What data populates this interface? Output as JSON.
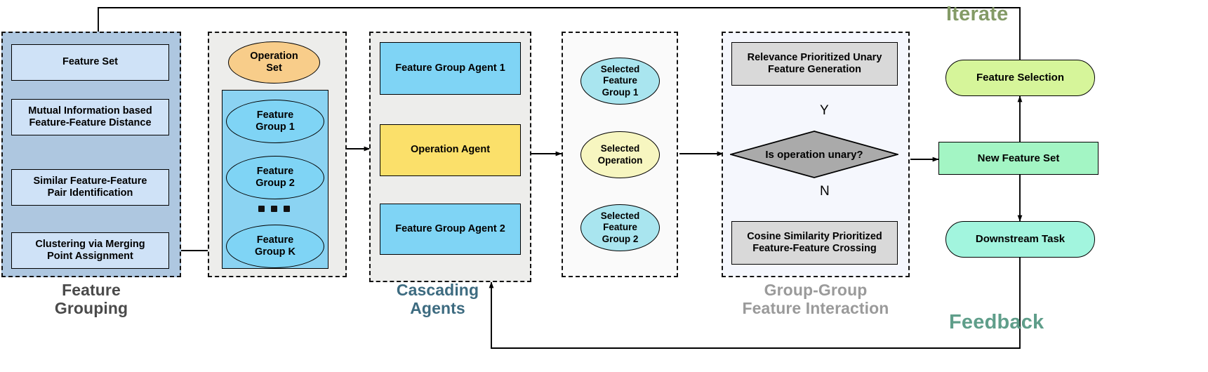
{
  "diagram": {
    "title_labels": {
      "iterate": "Iterate",
      "feedback": "Feedback"
    },
    "colors": {
      "feature_grouping_panel_fill": "#aec7e0",
      "light_blue_box": "#cfe2f7",
      "sky_blue": "#7fd4f5",
      "orange_ellipse": "#f8cd8a",
      "group_box_fill": "#8bd3f2",
      "yellow_box": "#fbe06a",
      "selected_group_ellipse": "#a9e5ef",
      "selected_operation_ellipse": "#f7f6c0",
      "gray_box": "#d9d9d9",
      "diamond_fill": "#aaaaaa",
      "feature_selection": "#d6f59a",
      "new_feature_set": "#a3f5c4",
      "downstream_task": "#a2f5de",
      "panel_gray_fill": "#ededeb",
      "panel_white_fill": "#fafafa",
      "panel_lavender_fill": "#f5f7fd",
      "iterate_text": "#849b67",
      "feedback_text": "#5f9e8a",
      "feature_grouping_text": "#4a4a4a",
      "cascading_agents_text": "#3d6b80",
      "group_group_text": "#9a9a9a"
    },
    "panels": [
      {
        "id": "feature-grouping",
        "label_line1": "Feature",
        "label_line2": "Grouping"
      },
      {
        "id": "operation-feature-groups",
        "label_line1": "",
        "label_line2": ""
      },
      {
        "id": "cascading-agents",
        "label_line1": "Cascading",
        "label_line2": "Agents"
      },
      {
        "id": "selected-items",
        "label_line1": "",
        "label_line2": ""
      },
      {
        "id": "group-group-feature-interaction",
        "label_line1": "Group-Group",
        "label_line2": "Feature Interaction"
      }
    ],
    "feature_grouping": {
      "steps": [
        "Feature Set",
        "Mutual Information based\nFeature-Feature Distance",
        "Similar Feature-Feature\nPair Identification",
        "Clustering via Merging\nPoint Assignment"
      ],
      "step_1": "Feature Set",
      "step_2_line1": "Mutual Information based",
      "step_2_line2": "Feature-Feature Distance",
      "step_3_line1": "Similar Feature-Feature",
      "step_3_line2": "Pair Identification",
      "step_4_line1": "Clustering via Merging",
      "step_4_line2": "Point Assignment"
    },
    "operation_panel": {
      "operation_set_line1": "Operation",
      "operation_set_line2": "Set",
      "groups": [
        {
          "line1": "Feature",
          "line2": "Group 1"
        },
        {
          "line1": "Feature",
          "line2": "Group 2"
        },
        {
          "line1": "Feature",
          "line2": "Group K"
        }
      ],
      "ellipsis": "..."
    },
    "cascading_agents": {
      "agent_1": "Feature Group Agent 1",
      "operation_agent": "Operation Agent",
      "agent_2": "Feature Group Agent 2"
    },
    "selected": {
      "group_1_line1": "Selected",
      "group_1_line2": "Feature",
      "group_1_line3": "Group 1",
      "operation_line1": "Selected",
      "operation_line2": "Operation",
      "group_2_line1": "Selected",
      "group_2_line2": "Feature",
      "group_2_line3": "Group 2"
    },
    "interaction": {
      "unary_line1": "Relevance Prioritized Unary",
      "unary_line2": "Feature Generation",
      "decision_text": "Is operation unary?",
      "yes_label": "Y",
      "no_label": "N",
      "binary_line1": "Cosine Similarity Prioritized",
      "binary_line2": "Feature-Feature Crossing"
    },
    "outputs": {
      "feature_selection": "Feature Selection",
      "new_feature_set": "New Feature Set",
      "downstream_task": "Downstream Task"
    }
  }
}
